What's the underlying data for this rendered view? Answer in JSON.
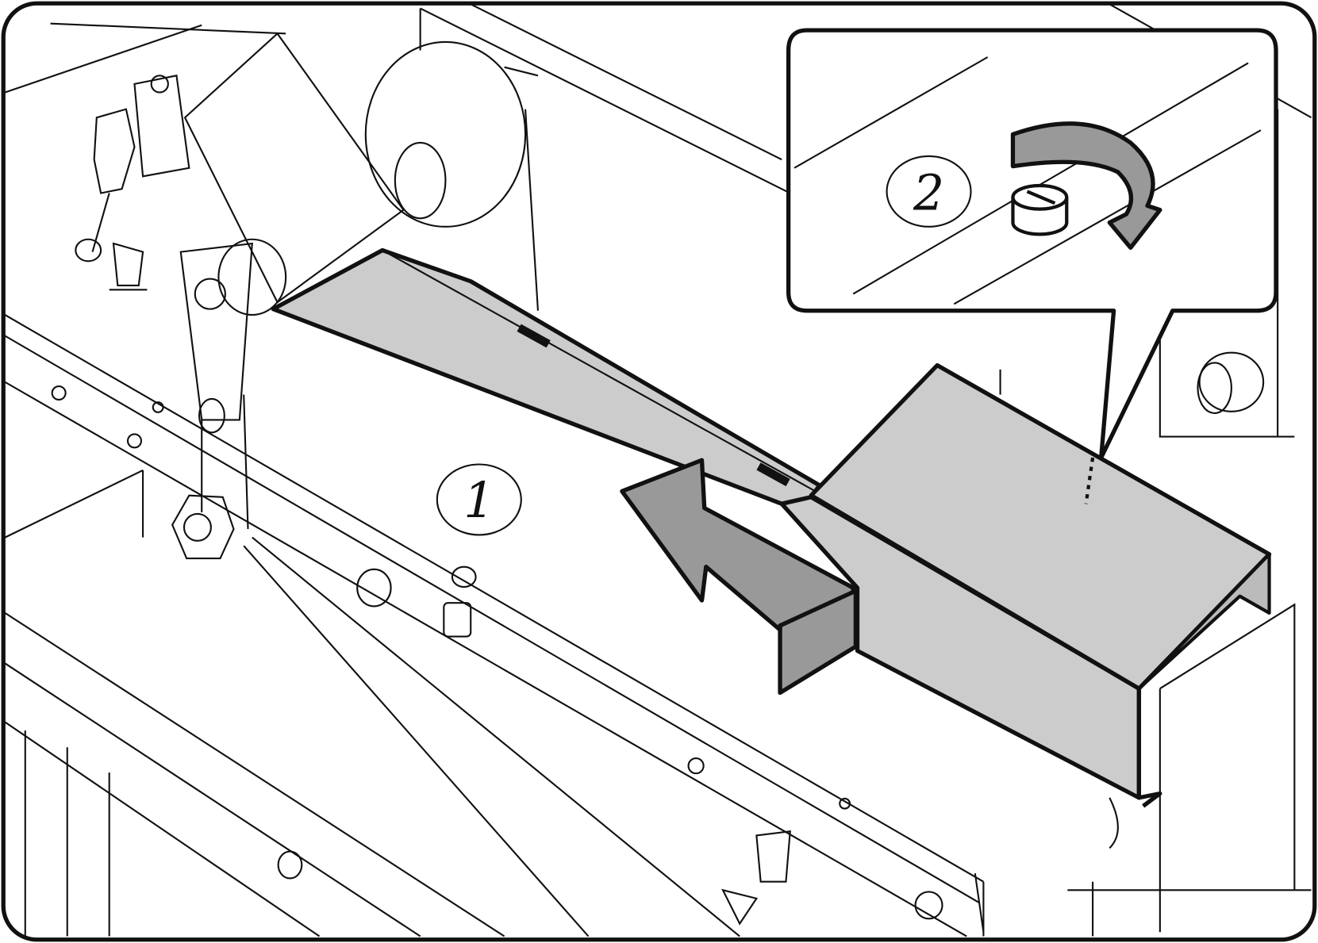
{
  "steps": [
    {
      "number": "1",
      "description_icon": "slide-cover-left-arrow"
    },
    {
      "number": "2",
      "description_icon": "rotate-knob-clockwise-arrow"
    }
  ],
  "colors": {
    "cover_fill": "#cccccc",
    "arrow_fill": "#999999",
    "line": "#111111",
    "background": "#ffffff"
  }
}
